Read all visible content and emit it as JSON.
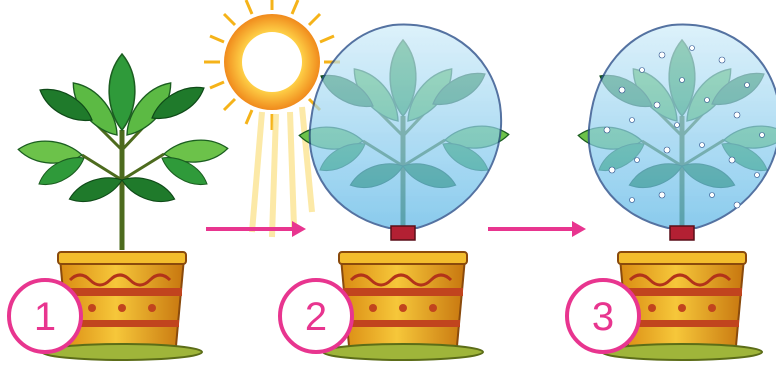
{
  "steps": [
    {
      "number": "1",
      "icon": "potted-plant"
    },
    {
      "number": "2",
      "icon": "potted-plant-bagged"
    },
    {
      "number": "3",
      "icon": "potted-plant-bagged-droplets"
    }
  ],
  "sun_icon": "sun-icon",
  "arrow_icon": "right-arrow-icon",
  "colors": {
    "number_circle": "#e8358f",
    "arrow": "#e8358f",
    "leaf_dark": "#1f7a2b",
    "leaf_light": "#6cc24a",
    "pot": "#e2a21f",
    "pot_band": "#c1441e",
    "bag": "#9fd6f2",
    "sun": "#f5b319"
  }
}
